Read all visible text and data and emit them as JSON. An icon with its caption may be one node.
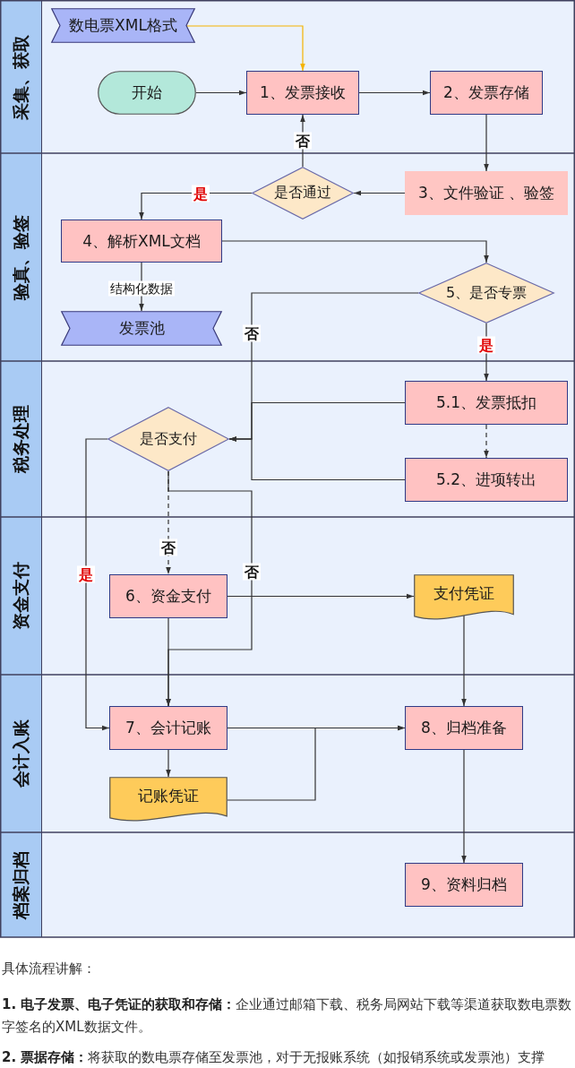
{
  "diagram": {
    "nodes": [
      {
        "text": [
          "采集、获取"
        ]
      },
      {
        "text": [
          "数电票XML格式"
        ],
        "in": 0
      },
      {
        "text": [
          "开始"
        ],
        "in": 0
      },
      {
        "text": [
          "1、发票接收"
        ],
        "in": 0
      },
      {
        "text": [
          "2、发票存储"
        ],
        "in": 0
      },
      {
        "text": [
          "验真、验签"
        ]
      },
      {
        "text": [
          "是否通过"
        ],
        "in": 5
      },
      {
        "text": [
          "3、文件验证 、验签"
        ],
        "in": 5
      },
      {
        "text": [
          "4、解析XML文档"
        ],
        "in": 5
      },
      {
        "text": [
          "5、是否专票"
        ],
        "in": 5
      },
      {
        "text": [
          "发票池"
        ],
        "in": 5
      },
      {
        "text": [
          "税务处理"
        ]
      },
      {
        "text": [
          "5.1、发票抵扣"
        ],
        "in": 11
      },
      {
        "text": [
          "是否支付"
        ],
        "in": 11
      },
      {
        "text": [
          "5.2、进项转出"
        ],
        "in": 11
      },
      {
        "text": [
          "资金支付"
        ]
      },
      {
        "text": [
          "6、资金支付"
        ],
        "in": 15
      },
      {
        "text": [
          "支付凭证"
        ],
        "in": 15
      },
      {
        "text": [
          "会计入账"
        ]
      },
      {
        "text": [
          "7、会计记账"
        ],
        "in": 18
      },
      {
        "text": [
          "8、归档准备"
        ],
        "in": 18
      },
      {
        "text": [
          "记账凭证"
        ],
        "in": 18
      },
      {
        "text": [
          "档案归档"
        ]
      },
      {
        "text": [
          "9、资料归档"
        ],
        "in": 22
      }
    ],
    "edges": [
      {
        "from": 1,
        "to": 3,
        "arrow": "to",
        "color": "#f4b400"
      },
      {
        "from": 2,
        "to": 3,
        "arrow": "to"
      },
      {
        "from": 3,
        "to": 4,
        "arrow": "to"
      },
      {
        "from": 4,
        "to": 7,
        "arrow": "to"
      },
      {
        "from": 7,
        "to": 6,
        "arrow": "to"
      },
      {
        "from": 6,
        "to": 3,
        "arrow": "to",
        "label": "否"
      },
      {
        "from": 6,
        "to": 8,
        "arrow": "to",
        "label": "是"
      },
      {
        "from": 8,
        "to": 10,
        "arrow": "to",
        "label": "结构化数据"
      },
      {
        "from": 8,
        "to": 9,
        "arrow": "to"
      },
      {
        "from": 9,
        "to": 12,
        "arrow": "to",
        "label": "是"
      },
      {
        "from": 9,
        "to": 13,
        "arrow": "to",
        "label": "否"
      },
      {
        "from": 12,
        "to": 14,
        "arrow": "to",
        "style": "dashed"
      },
      {
        "from": 12,
        "to": 13,
        "arrow": "to"
      },
      {
        "from": 14,
        "to": 13,
        "arrow": "to"
      },
      {
        "from": 13,
        "to": 16,
        "arrow": "to",
        "style": "dashed",
        "label": "否"
      },
      {
        "from": 13,
        "to": 19,
        "arrow": "to",
        "label": "是"
      },
      {
        "from": 13,
        "to": 19,
        "arrow": "to",
        "label": "否"
      },
      {
        "from": 16,
        "to": 19,
        "arrow": "to"
      },
      {
        "from": 16,
        "to": 17,
        "arrow": "to"
      },
      {
        "from": 17,
        "to": 20,
        "arrow": "to"
      },
      {
        "from": 19,
        "to": 20,
        "arrow": "to"
      },
      {
        "from": 19,
        "to": 21,
        "arrow": "to"
      },
      {
        "from": 21,
        "to": 20,
        "arrow": "to"
      },
      {
        "from": 20,
        "to": 23,
        "arrow": "to"
      }
    ],
    "labels": [
      "具体流程讲解：",
      "**1. 电子发票、电子凭证的获取和存储：**企业通过邮箱下载、税务局网站下载等渠道获取数电票数字签名的XML数据文件。",
      "**2. 票据存储：**将获取的数电票存储至发票池，对于无报账系统（如报销系统或发票池）支撑"
    ]
  }
}
